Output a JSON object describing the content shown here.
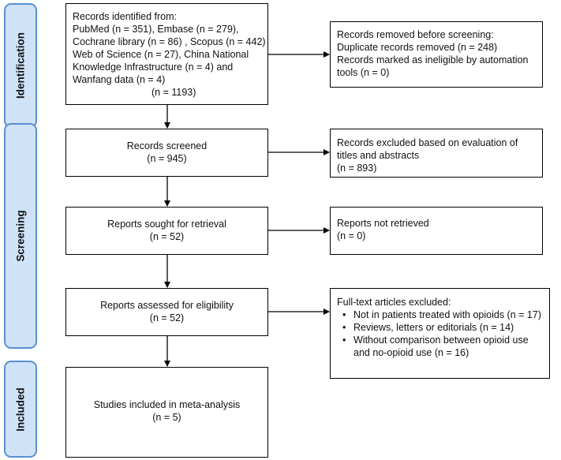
{
  "phases": {
    "identification": "Identification",
    "screening": "Screening",
    "included": "Included"
  },
  "boxes": {
    "records_identified": {
      "lines": [
        "Records identified from:",
        "PubMed (n = 351), Embase (n = 279),",
        "Cochrane library (n = 86) , Scopus (n = 442)",
        "Web of Science (n = 27), China National",
        "Knowledge Infrastructure (n = 4) and",
        "Wanfang data (n = 4)"
      ],
      "count": "(n = 1193)"
    },
    "records_removed": {
      "lines": [
        "Records removed before screening:",
        "Duplicate records removed  (n = 248)",
        "Records marked as ineligible by automation",
        "tools (n = 0)"
      ]
    },
    "records_screened": {
      "title": "Records screened",
      "count": "(n = 945)"
    },
    "records_excluded": {
      "lines": [
        "Records excluded based on evaluation of",
        "titles and abstracts",
        "(n = 893)"
      ]
    },
    "reports_sought": {
      "title": "Reports sought for retrieval",
      "count": "(n = 52)"
    },
    "reports_not_retrieved": {
      "title": "Reports not retrieved",
      "count": "(n = 0)"
    },
    "reports_assessed": {
      "title": "Reports assessed for eligibility",
      "count": "(n = 52)"
    },
    "fulltext_excluded": {
      "title": "Full-text articles excluded:",
      "bullets": [
        {
          "lines": [
            "Not in patients treated with opioids (n = 17)"
          ]
        },
        {
          "lines": [
            "Reviews, letters or editorials (n = 14)"
          ]
        },
        {
          "lines": [
            "Without comparison between opioid use",
            "and no-opioid use (n = 16)"
          ]
        }
      ]
    },
    "studies_included": {
      "title": "Studies included in meta-analysis",
      "count": "(n = 5)"
    }
  }
}
